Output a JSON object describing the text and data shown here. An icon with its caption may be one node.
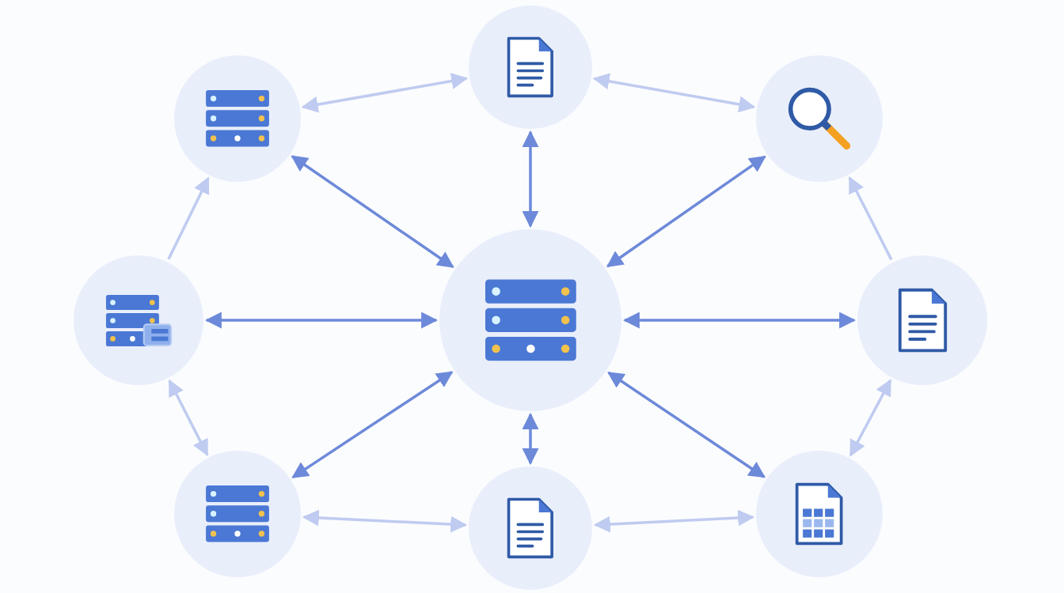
{
  "diagram": {
    "nodes": [
      {
        "text": [],
        "shape": "circle"
      },
      {
        "text": [],
        "shape": "circle"
      },
      {
        "text": [],
        "shape": "circle"
      },
      {
        "text": [],
        "shape": "circle"
      },
      {
        "text": [],
        "shape": "circle"
      },
      {
        "text": [],
        "shape": "circle"
      },
      {
        "text": [],
        "shape": "circle"
      },
      {
        "text": [],
        "shape": "circle"
      },
      {
        "text": [],
        "shape": "circle"
      }
    ],
    "edges": [
      {
        "from": 4,
        "to": 1,
        "arrow": "both"
      },
      {
        "from": 4,
        "to": 0,
        "arrow": "both"
      },
      {
        "from": 4,
        "to": 2,
        "arrow": "both"
      },
      {
        "from": 4,
        "to": 3,
        "arrow": "both"
      },
      {
        "from": 4,
        "to": 5,
        "arrow": "both"
      },
      {
        "from": 4,
        "to": 6,
        "arrow": "both"
      },
      {
        "from": 4,
        "to": 7,
        "arrow": "both"
      },
      {
        "from": 4,
        "to": 8,
        "arrow": "both"
      },
      {
        "from": 0,
        "to": 1,
        "arrow": "both",
        "color": "#bfcbf0"
      },
      {
        "from": 1,
        "to": 2,
        "arrow": "both",
        "color": "#bfcbf0"
      },
      {
        "from": 5,
        "to": 2,
        "arrow": "to",
        "color": "#bfcbf0"
      },
      {
        "from": 3,
        "to": 0,
        "arrow": "to",
        "color": "#bfcbf0"
      },
      {
        "from": 3,
        "to": 6,
        "arrow": "both",
        "color": "#bfcbf0"
      },
      {
        "from": 6,
        "to": 7,
        "arrow": "both",
        "color": "#bfcbf0"
      },
      {
        "from": 7,
        "to": 8,
        "arrow": "both",
        "color": "#bfcbf0"
      },
      {
        "from": 5,
        "to": 8,
        "arrow": "both",
        "color": "#bfcbf0"
      }
    ]
  }
}
